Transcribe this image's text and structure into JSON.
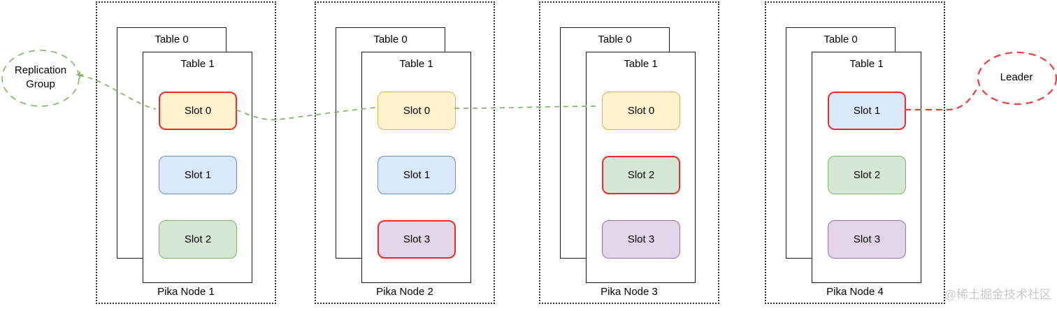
{
  "palette": {
    "slot_colors": {
      "yellow": {
        "fill": "#fff2cc",
        "stroke": "#d6b656"
      },
      "blue": {
        "fill": "#dae8fc",
        "stroke": "#6c8ebf"
      },
      "green": {
        "fill": "#d5e8d4",
        "stroke": "#82b366"
      },
      "purple": {
        "fill": "#e1d5e7",
        "stroke": "#9673a6"
      }
    },
    "highlight_red": "#f32a2a",
    "green_link": "#82b366",
    "red_link": "#f43b3b",
    "node_border": "#2f2f2f",
    "table_border": "#1a1a1a",
    "watermark_gray": "#c9c9c9"
  },
  "left_ellipse": {
    "label": "Replication Group"
  },
  "right_ellipse": {
    "label": "Leader"
  },
  "nodes": [
    {
      "label": "Pika Node 1",
      "back_table": "Table 0",
      "front_table": "Table 1",
      "slots": [
        {
          "label": "Slot 0",
          "color": "yellow",
          "highlighted": true
        },
        {
          "label": "Slot 1",
          "color": "blue",
          "highlighted": false
        },
        {
          "label": "Slot 2",
          "color": "green",
          "highlighted": false
        }
      ]
    },
    {
      "label": "Pika Node 2",
      "back_table": "Table 0",
      "front_table": "Table 1",
      "slots": [
        {
          "label": "Slot 0",
          "color": "yellow",
          "highlighted": false
        },
        {
          "label": "Slot 1",
          "color": "blue",
          "highlighted": false
        },
        {
          "label": "Slot 3",
          "color": "purple",
          "highlighted": true
        }
      ]
    },
    {
      "label": "Pika Node 3",
      "back_table": "Table 0",
      "front_table": "Table 1",
      "slots": [
        {
          "label": "Slot 0",
          "color": "yellow",
          "highlighted": false
        },
        {
          "label": "Slot 2",
          "color": "green",
          "highlighted": true
        },
        {
          "label": "Slot 3",
          "color": "purple",
          "highlighted": false
        }
      ]
    },
    {
      "label": "Pika Node 4",
      "back_table": "Table 0",
      "front_table": "Table 1",
      "slots": [
        {
          "label": "Slot 1",
          "color": "blue",
          "highlighted": true
        },
        {
          "label": "Slot 2",
          "color": "green",
          "highlighted": false
        },
        {
          "label": "Slot 3",
          "color": "purple",
          "highlighted": false
        }
      ]
    }
  ],
  "watermark": "@稀土掘金技术社区"
}
